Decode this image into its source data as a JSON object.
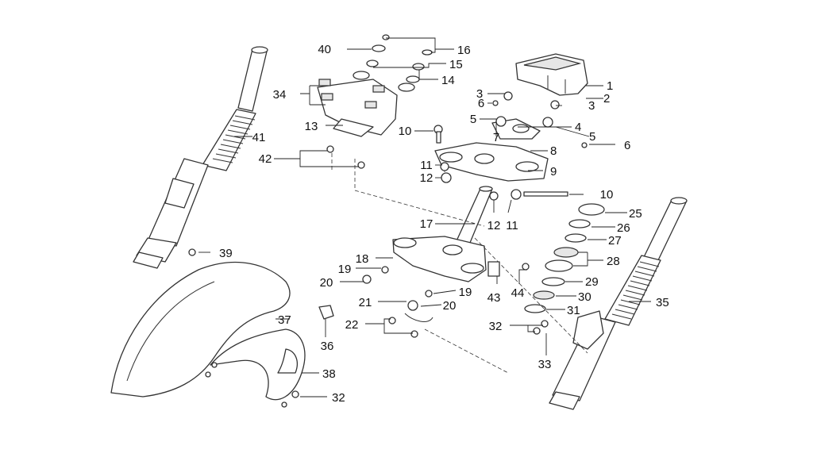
{
  "callouts": [
    "1",
    "2",
    "3",
    "3",
    "4",
    "5",
    "5",
    "6",
    "6",
    "7",
    "8",
    "9",
    "10",
    "10",
    "11",
    "11",
    "12",
    "12",
    "13",
    "14",
    "15",
    "16",
    "17",
    "18",
    "19",
    "19",
    "20",
    "20",
    "21",
    "22",
    "25",
    "26",
    "27",
    "28",
    "29",
    "30",
    "31",
    "32",
    "32",
    "33",
    "34",
    "35",
    "36",
    "37",
    "38",
    "39",
    "40",
    "41",
    "42",
    "43",
    "44"
  ]
}
